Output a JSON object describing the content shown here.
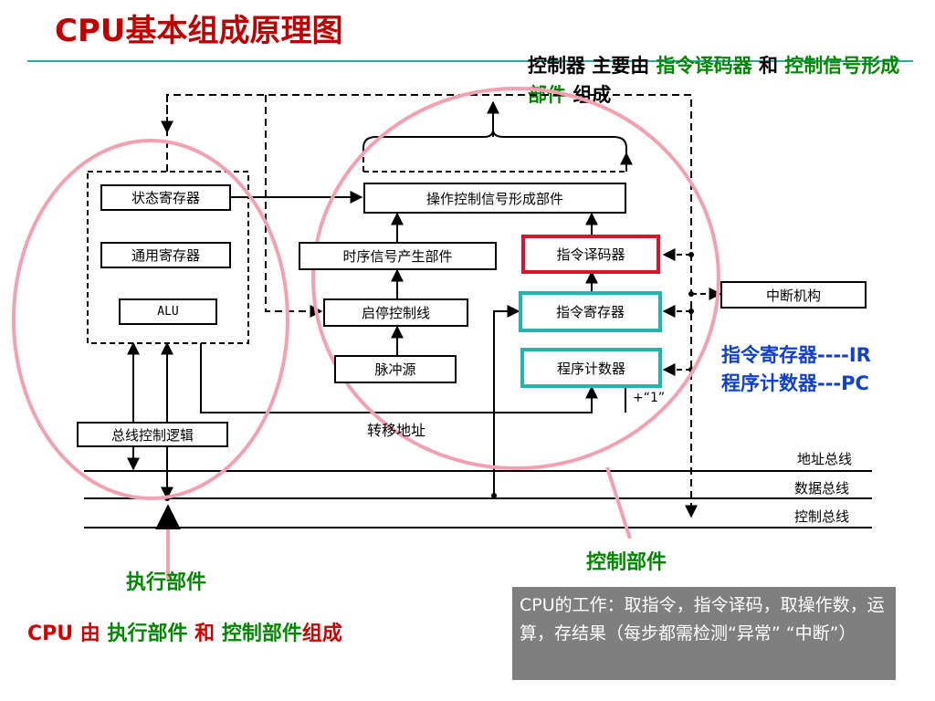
{
  "title": "CPU基本组成原理图",
  "controller_note": {
    "t1": "控制器 主要由",
    "t2": "指令译码器",
    "t3": "和",
    "t4": "控制信号形成部件",
    "t5": "组成"
  },
  "blocks": {
    "status_reg": "状态寄存器",
    "general_reg": "通用寄存器",
    "alu": "ALU",
    "bus_ctrl": "总线控制逻辑",
    "op_ctrl": "操作控制信号形成部件",
    "timing": "时序信号产生部件",
    "start_stop": "启停控制线",
    "pulse": "脉冲源",
    "decoder": "指令译码器",
    "ir": "指令寄存器",
    "pc": "程序计数器",
    "interrupt": "中断机构"
  },
  "labels": {
    "plus_one": "+“1”",
    "jump_addr": "转移地址",
    "addr_bus": "地址总线",
    "data_bus": "数据总线",
    "ctrl_bus": "控制总线"
  },
  "abbr_note": {
    "line1": "指令寄存器----IR",
    "line2": "程序计数器---PC"
  },
  "exec_label": "执行部件",
  "ctrl_label": "控制部件",
  "summary": {
    "s1": "CPU 由",
    "s2": "执行部件",
    "s3": "和",
    "s4": "控制部件",
    "s5": "组成"
  },
  "work_text": "CPU的工作：取指令，指令译码，取操作数，运算，存结果（每步都需检测“异常” “中断”）",
  "colors": {
    "title_red": "#c00000",
    "accent_green": "#008800",
    "accent_blue": "#1040d0",
    "highlight_red": "#e0102a",
    "highlight_teal": "#22b5b0",
    "ellipse_pink": "#f4a0b0",
    "work_box_gray": "#7f7f7f"
  }
}
